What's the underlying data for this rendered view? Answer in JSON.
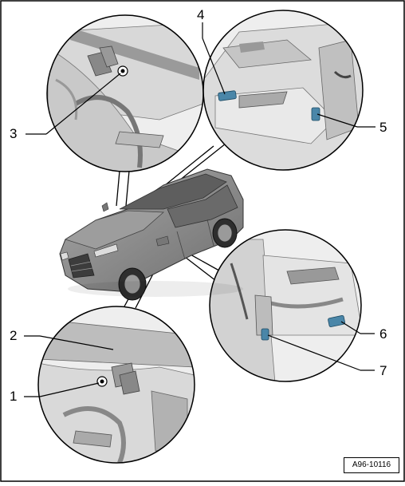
{
  "diagram": {
    "callouts": [
      {
        "number": "1"
      },
      {
        "number": "2"
      },
      {
        "number": "3"
      },
      {
        "number": "4"
      },
      {
        "number": "5"
      },
      {
        "number": "6"
      },
      {
        "number": "7"
      }
    ],
    "figure_reference": "A96-10116",
    "colors": {
      "line": "#000000",
      "detail_fill": "#e6e6e6",
      "detail_dark": "#b9b9b9",
      "car_body": "#8c8c8c",
      "sensor_blue": "#4a86a8"
    }
  }
}
